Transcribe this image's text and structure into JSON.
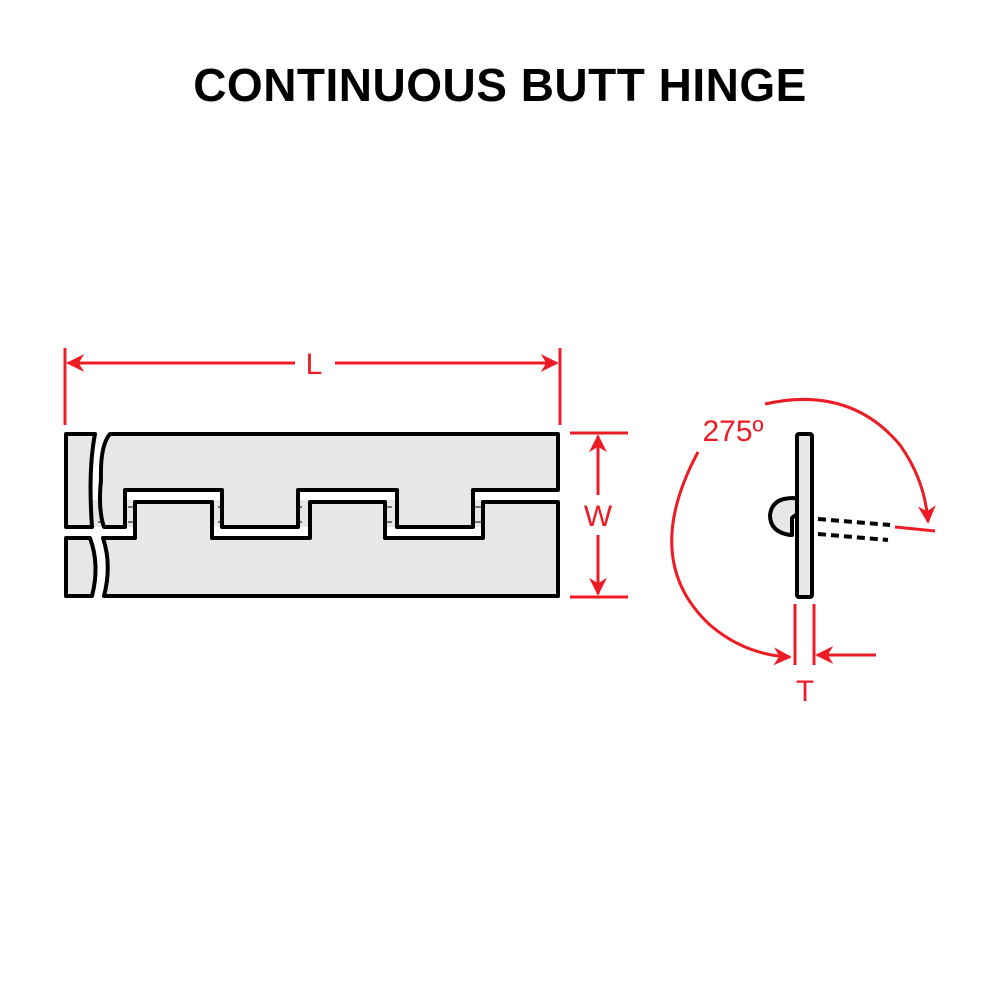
{
  "title": "CONTINUOUS BUTT HINGE",
  "dimensions": {
    "length_label": "L",
    "width_label": "W",
    "thickness_label": "T",
    "angle_label": "275º"
  },
  "colors": {
    "dimension": "#ed1c24",
    "outline": "#000000",
    "fill": "#e6e7e8"
  }
}
